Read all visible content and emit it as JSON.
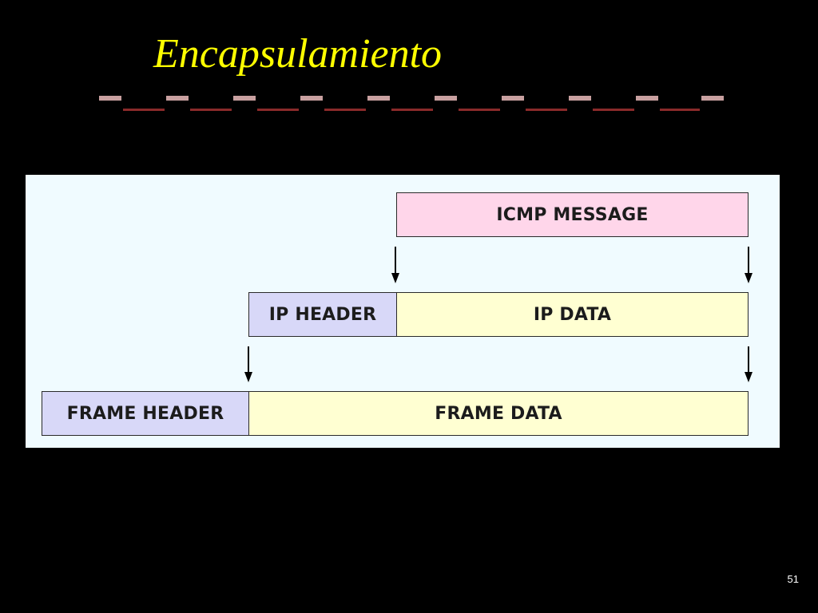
{
  "slide": {
    "title": "Encapsulamiento",
    "page_number": "51"
  },
  "diagram": {
    "icmp_message": "ICMP MESSAGE",
    "ip_header": "IP HEADER",
    "ip_data": "IP DATA",
    "frame_header": "FRAME HEADER",
    "frame_data": "FRAME DATA"
  },
  "colors": {
    "title": "#ffff00",
    "background": "#000000",
    "panel": "#f0fbff",
    "icmp_fill": "#ffd6ea",
    "header_fill": "#d8d8f8",
    "data_fill": "#ffffd2",
    "rule_light": "#c8a0a0",
    "rule_dark": "#8a2a2a"
  }
}
